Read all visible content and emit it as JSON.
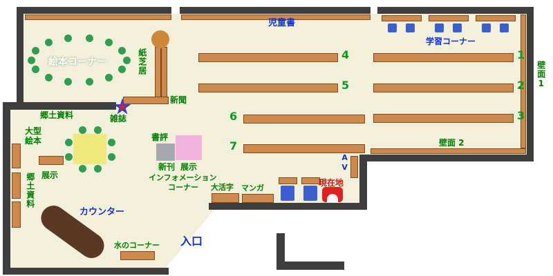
{
  "colors": {
    "floor": "#f2efda",
    "wall": "#3e3e3e",
    "shelf": "#cd8a4c",
    "green_label": "#008000",
    "blue_label": "#1133cc",
    "number_green": "#00a020",
    "red": "#dd1111",
    "chair_blue": "#3a5fd0",
    "table_yellow": "#efe87d",
    "dot_green": "#2e9e50",
    "pink": "#f3b3df",
    "counter_brown": "#5a3826",
    "orange": "#cc8838"
  },
  "areas": {
    "top": {
      "children_books": "児童書",
      "study_corner": "学習コーナー"
    },
    "walls": {
      "wall1": "壁面1",
      "wall2": "壁面 2"
    },
    "picture_book": {
      "corner": "絵本コーナー",
      "kamishibai": "紙芝居",
      "newspaper": "新聞",
      "magazine": "雑誌",
      "local_materials": "郷土資料"
    },
    "left": {
      "large_picture_line1": "大型",
      "large_picture_line2": "絵本",
      "exhibit": "展示",
      "local_materials": "郷土資料"
    },
    "center": {
      "book_review": "書評",
      "new_books": "新刊",
      "exhibit": "展示",
      "info_line1": "インフォメーション",
      "info_line2": "コーナー"
    },
    "corridor": {
      "large_print": "大活字",
      "manga": "マンガ",
      "current_location": "現在地",
      "av": "AV"
    },
    "bottom": {
      "counter": "カウンター",
      "water_corner": "水のコーナー",
      "entrance": "入口"
    }
  },
  "shelf_numbers": {
    "n1": "1",
    "n2": "2",
    "n3": "3",
    "n4": "4",
    "n5": "5",
    "n6": "6",
    "n7": "7"
  }
}
